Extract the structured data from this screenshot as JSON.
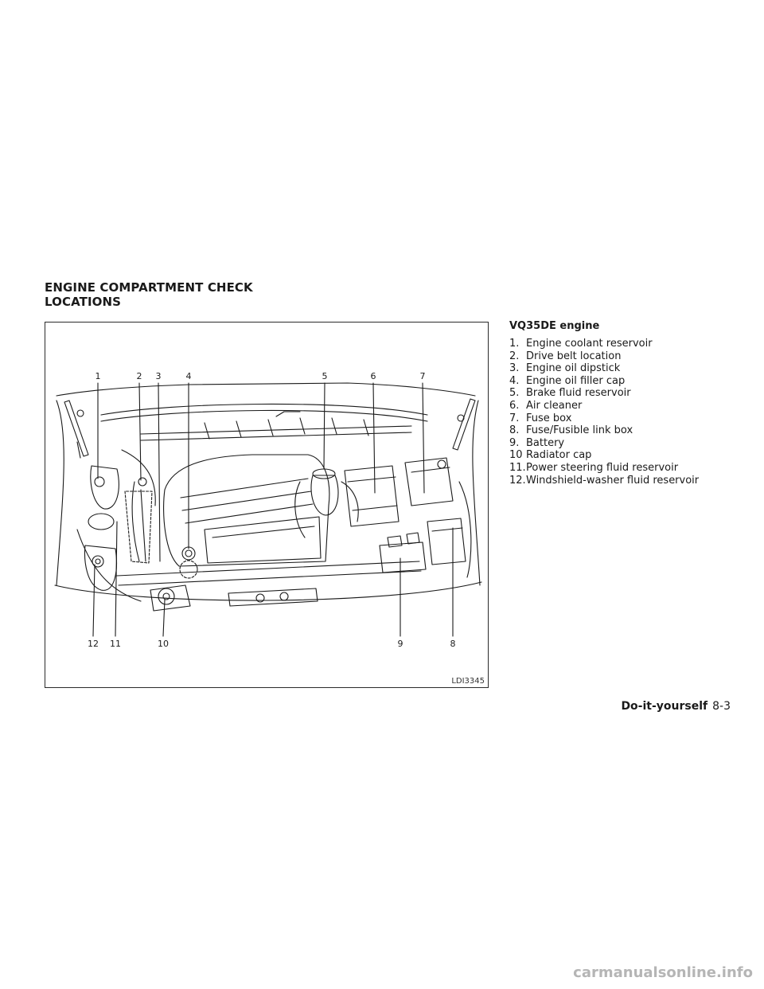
{
  "section_title": {
    "line1": "ENGINE COMPARTMENT CHECK",
    "line2": "LOCATIONS"
  },
  "figure": {
    "id": "LDI3345",
    "callouts_top": [
      "1",
      "2",
      "3",
      "4",
      "5",
      "6",
      "7"
    ],
    "callouts_bottom": [
      "12",
      "11",
      "10",
      "9",
      "8"
    ]
  },
  "legend": {
    "heading": "VQ35DE engine",
    "items": [
      {
        "num": "1.",
        "label": "Engine coolant reservoir"
      },
      {
        "num": "2.",
        "label": "Drive belt location"
      },
      {
        "num": "3.",
        "label": "Engine oil dipstick"
      },
      {
        "num": "4.",
        "label": "Engine oil filler cap"
      },
      {
        "num": "5.",
        "label": "Brake fluid reservoir"
      },
      {
        "num": "6.",
        "label": "Air cleaner"
      },
      {
        "num": "7.",
        "label": "Fuse box"
      },
      {
        "num": "8.",
        "label": "Fuse/Fusible link box"
      },
      {
        "num": "9.",
        "label": "Battery"
      },
      {
        "num": "10",
        "label": "Radiator cap"
      },
      {
        "num": "11.",
        "label": "Power steering fluid reservoir"
      },
      {
        "num": "12.",
        "label": "Windshield-washer fluid reservoir"
      }
    ]
  },
  "footer": {
    "section": "Do-it-yourself",
    "page": "8-3"
  },
  "watermark": "carmanualsonline.info"
}
